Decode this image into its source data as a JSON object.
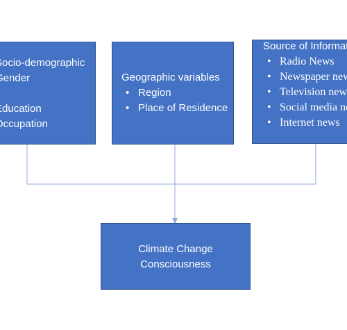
{
  "boxes": {
    "left": {
      "lines": [
        "Socio-demographic",
        "Gender",
        "",
        "Education",
        "Occupation"
      ]
    },
    "middle": {
      "title": "Geographic variables",
      "items": [
        "Region",
        "Place of Residence"
      ]
    },
    "right": {
      "title": "Source of Information",
      "items": [
        "Radio News",
        "Newspaper news",
        "Television news",
        "Social media news",
        "Internet news"
      ]
    },
    "bottom": {
      "lines": [
        "Climate Change",
        "Consciousness"
      ]
    }
  },
  "bullet_char": "•",
  "colors": {
    "box_fill": "#4472c4",
    "box_border": "#2f528f",
    "box_text": "#ffffff",
    "connector": "#8faadc"
  }
}
